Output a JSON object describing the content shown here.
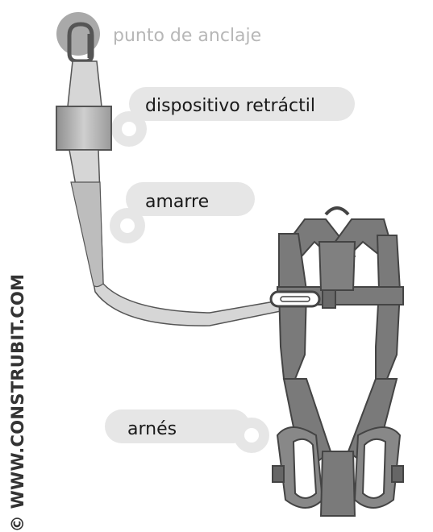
{
  "labels": {
    "anchor": "punto de anclaje",
    "retractor": "dispositivo retráctil",
    "lanyard": "amarre",
    "harness": "arnés"
  },
  "credit": {
    "symbol": "©",
    "text": "WWW.CONSTRUBIT.COM"
  },
  "colors": {
    "label_bg": "#e6e6e6",
    "label_text": "#1a1a1a",
    "anchor_text": "#b7b7b7",
    "harness": "#7a7a7a",
    "webbing": "#c9c9c9",
    "device": "#a9a9a9"
  }
}
